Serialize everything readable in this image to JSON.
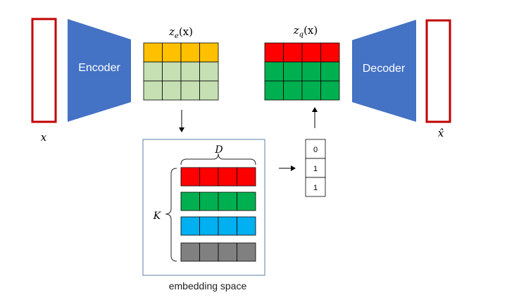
{
  "colors": {
    "input_border": "#c00000",
    "trapezoid_fill": "#4472c4",
    "yellow": "#ffc000",
    "light_green": "#c6e0b4",
    "red": "#ff0000",
    "green": "#00b050",
    "blue": "#00b0f0",
    "gray": "#808080",
    "box_border": "#5b7fa6",
    "arrow": "#000000"
  },
  "labels": {
    "x": "x",
    "x_hat": "x̂",
    "encoder": "Encoder",
    "decoder": "Decoder",
    "ze_main": "z",
    "ze_sub": "e",
    "ze_arg": "(x)",
    "zq_main": "z",
    "zq_sub": "q",
    "zq_arg": "(x)",
    "D": "D",
    "K": "K",
    "embedding_space": "embedding space"
  },
  "index_vector": [
    "0",
    "1",
    "1"
  ],
  "ze_grid": {
    "rows": [
      "yellow",
      "light_green",
      "light_green"
    ],
    "cols": 4
  },
  "zq_grid": {
    "rows": [
      "red",
      "green",
      "green"
    ],
    "cols": 4
  },
  "codebook_rows": [
    "red",
    "green",
    "blue",
    "gray"
  ],
  "codebook_cols": 4
}
